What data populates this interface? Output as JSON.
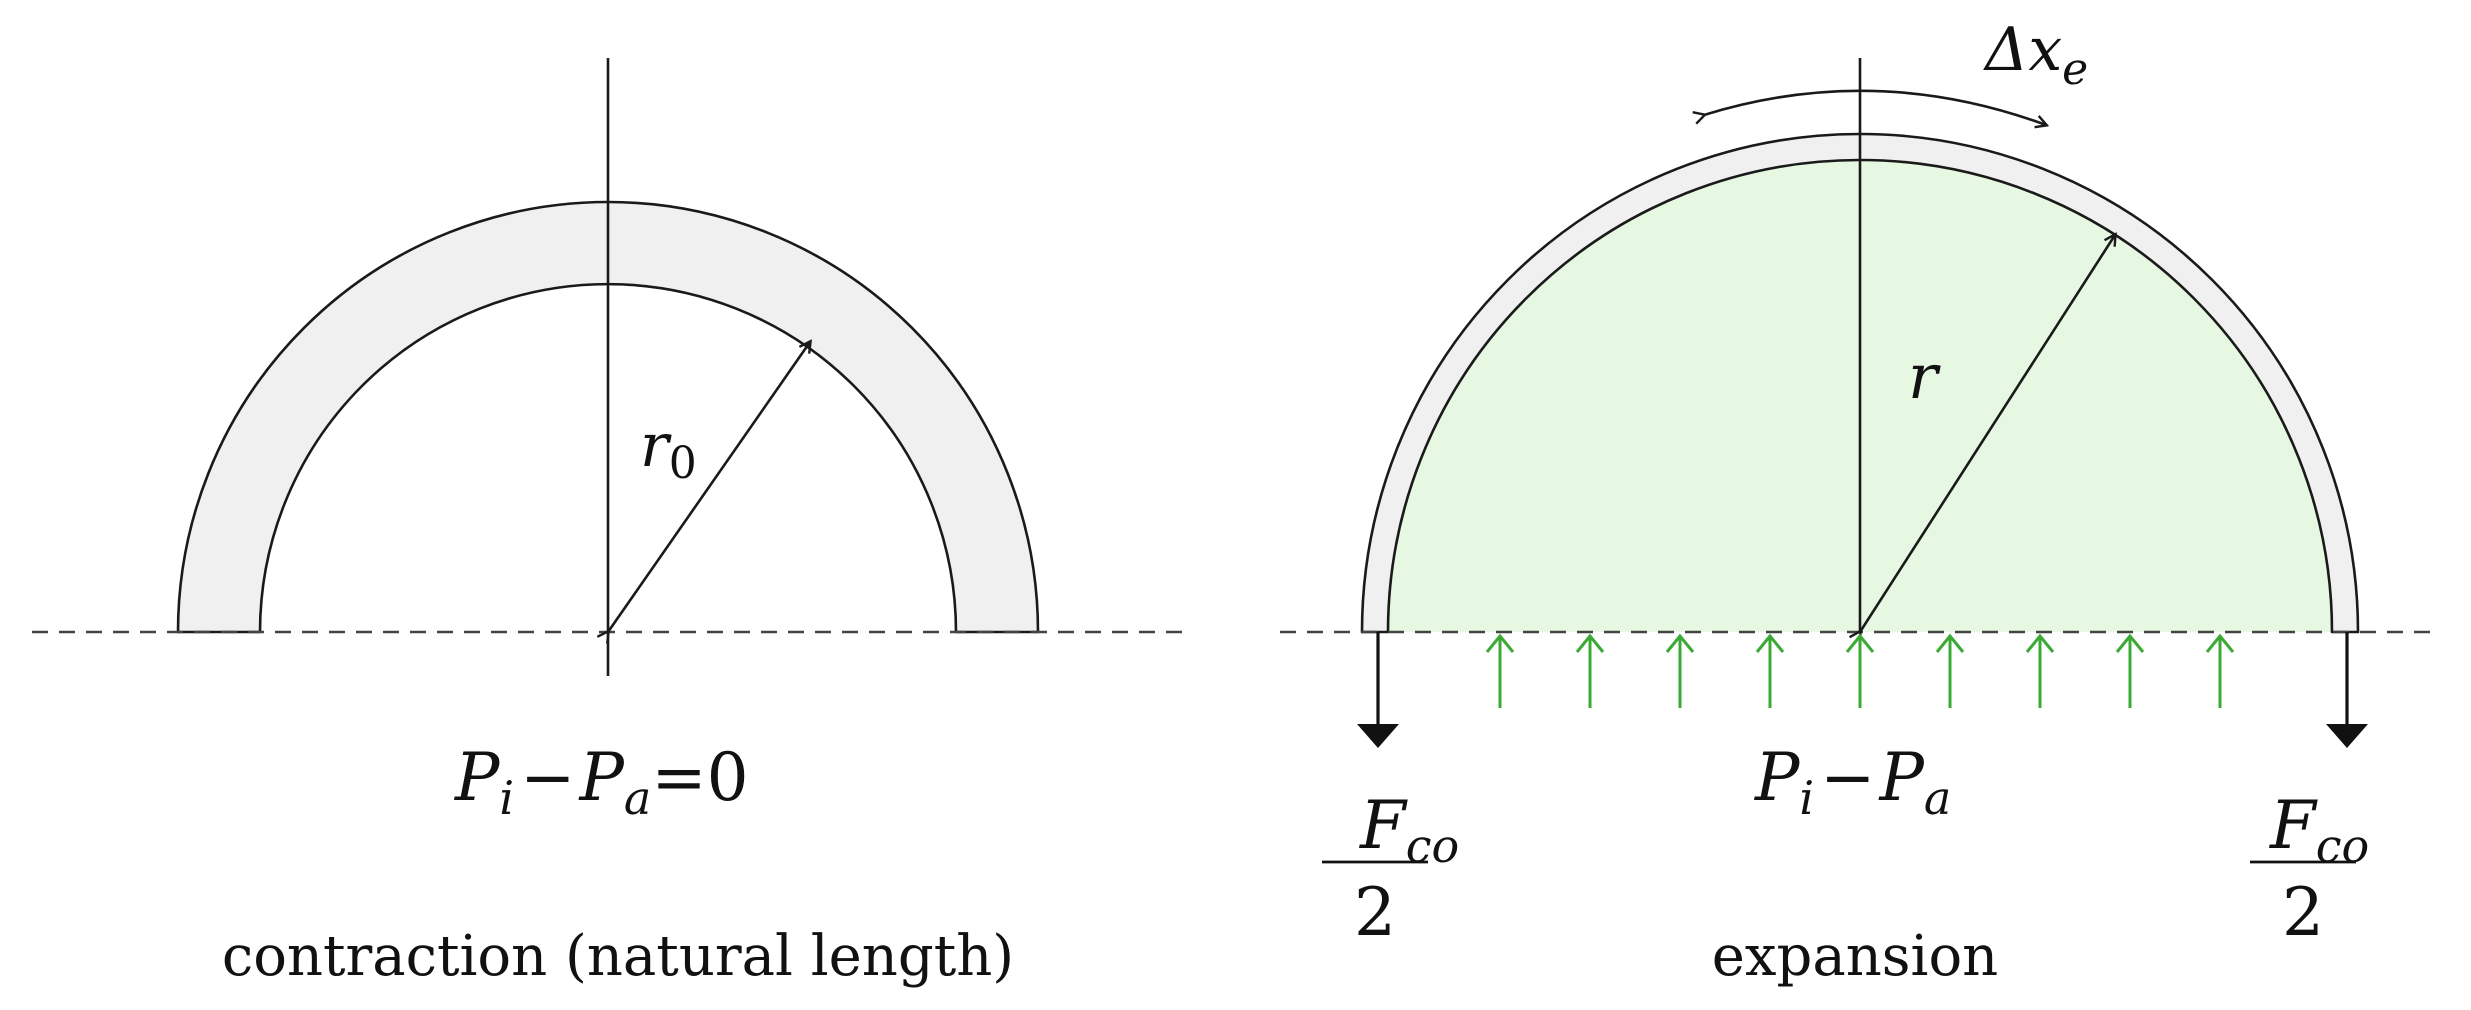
{
  "colors": {
    "line": "#1a1a1a",
    "shell_fill": "#f0f0f0",
    "pressure_fill": "#e6f8e2",
    "pressure_arrow": "#3aaa35",
    "dash": "#444444"
  },
  "left_panel": {
    "radius_symbol": "r",
    "radius_subscript": "0",
    "pressure_p": "P",
    "pressure_i": "i",
    "pressure_minus": "−",
    "pressure_pa": "P",
    "pressure_a": "a",
    "pressure_eq": "=0",
    "caption": "contraction (natural length)"
  },
  "right_panel": {
    "delta": "Δx",
    "delta_subscript": "e",
    "radius_symbol": "r",
    "pressure_p": "P",
    "pressure_i": "i",
    "pressure_minus": "−",
    "pressure_pa": "P",
    "pressure_a": "a",
    "force_left_f": "F",
    "force_left_sub": "co",
    "force_left_den": "2",
    "force_right_f": "F",
    "force_right_sub": "co",
    "force_right_den": "2",
    "caption": "expansion"
  }
}
